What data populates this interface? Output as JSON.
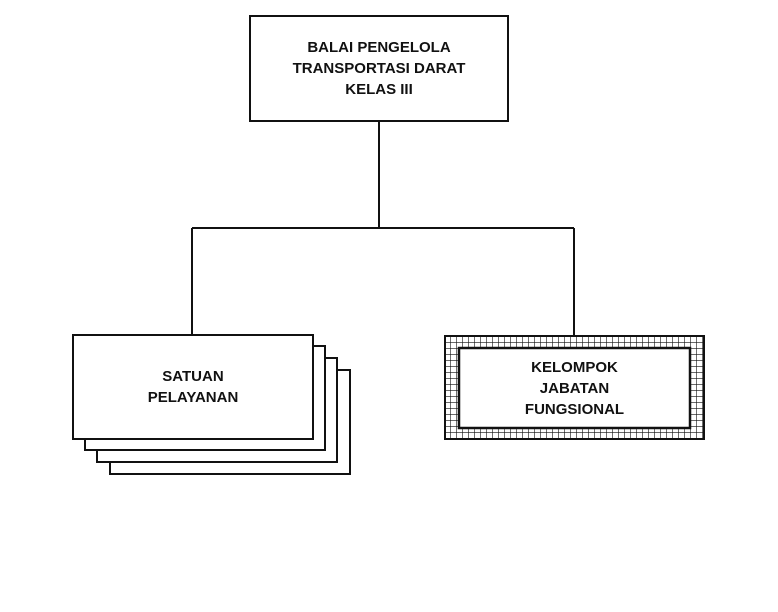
{
  "diagram": {
    "root": {
      "lines": [
        "BALAI PENGELOLA",
        "TRANSPORTASI DARAT",
        "KELAS III"
      ]
    },
    "children": [
      {
        "lines": [
          "SATUAN",
          "PELAYANAN"
        ],
        "style": "stacked"
      },
      {
        "lines": [
          "KELOMPOK",
          "JABATAN",
          "FUNGSIONAL"
        ],
        "style": "grid-border"
      }
    ],
    "colors": {
      "line": "#111111",
      "background": "#ffffff"
    }
  }
}
